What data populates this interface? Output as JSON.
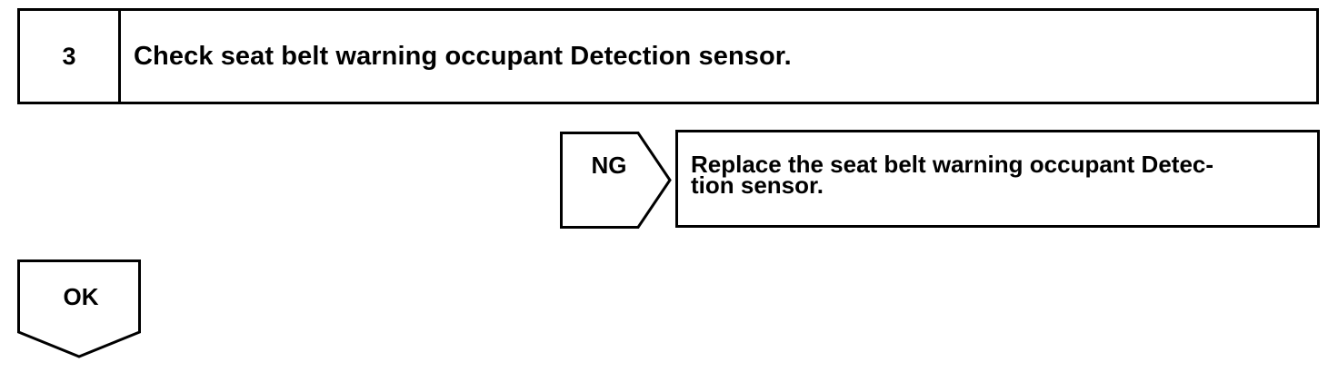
{
  "step": {
    "number": "3",
    "title": "Check seat belt warning occupant Detection sensor."
  },
  "ng_branch": {
    "label": "NG",
    "action_lines": [
      "Replace the seat belt warning occupant Detec-",
      "tion sensor."
    ]
  },
  "ok_branch": {
    "label": "OK"
  }
}
